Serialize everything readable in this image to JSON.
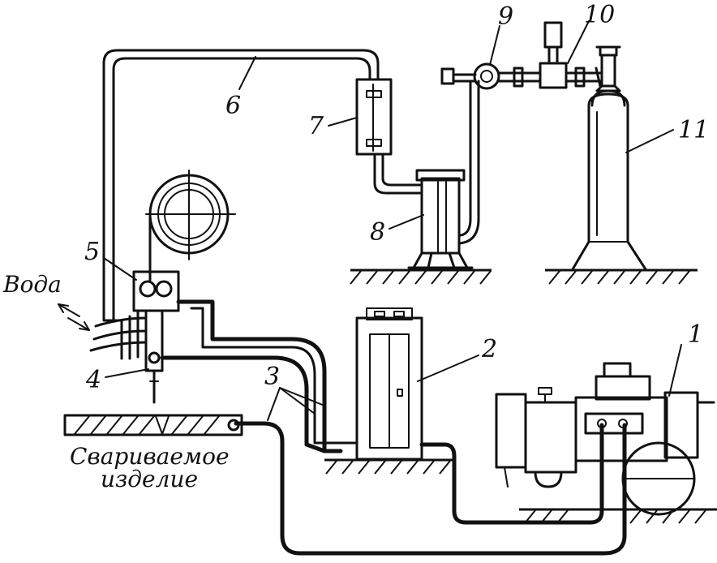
{
  "labels": {
    "n1": "1",
    "n2": "2",
    "n3": "3",
    "n4": "4",
    "n5": "5",
    "n6": "6",
    "n7": "7",
    "n8": "8",
    "n9": "9",
    "n10": "10",
    "n11": "11",
    "water": "Вода",
    "workpiece_line1": "Свариваемое",
    "workpiece_line2": "изделие"
  },
  "colors": {
    "ink": "#111111",
    "background": "#ffffff"
  }
}
